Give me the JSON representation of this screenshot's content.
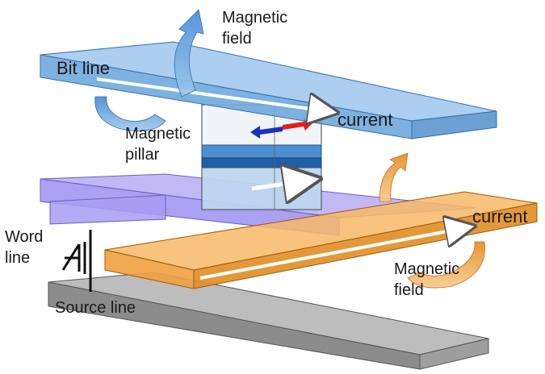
{
  "labels": {
    "top_field_line1": "Magnetic",
    "top_field_line2": "field",
    "bit_line": "Bit line",
    "top_current": "current",
    "pillar_line1": "Magnetic",
    "pillar_line2": "pillar",
    "word_line1": "Word",
    "word_line2": "line",
    "right_current": "current",
    "bottom_field_line1": "Magnetic",
    "bottom_field_line2": "field",
    "source_line": "Source line"
  },
  "colors": {
    "bit_line": "#6fa8dc",
    "purple_bar": "#9d8ff0",
    "orange_bar": "#f0a040",
    "source_line": "#8c8c8c",
    "pillar_free_layer": "#1f5fa8",
    "arrow_red": "#e02020",
    "arrow_blue": "#2030c0"
  }
}
